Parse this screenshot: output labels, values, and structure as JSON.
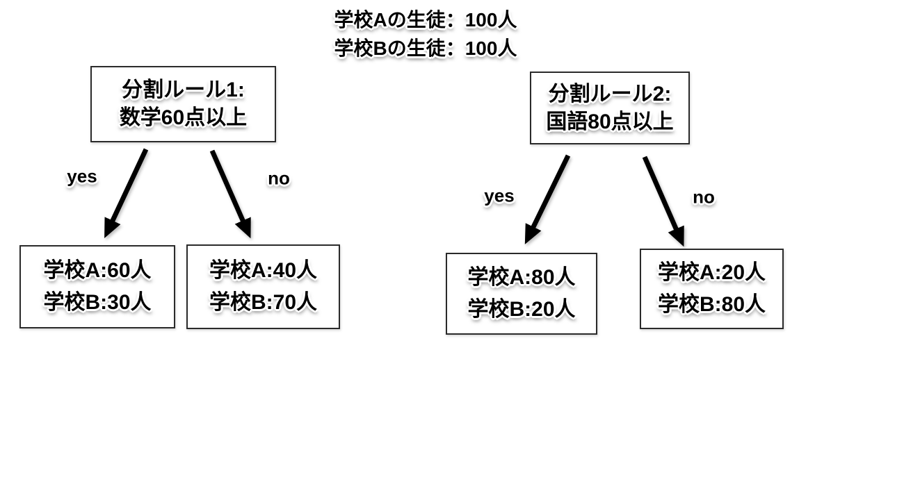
{
  "header": {
    "line1": "学校Aの生徒：100人",
    "line2": "学校Bの生徒：100人"
  },
  "colors": {
    "background": "#ffffff",
    "text": "#000000",
    "box_border": "#2a2a2a",
    "arrow": "#000000"
  },
  "trees": [
    {
      "rule_line1": "分割ルール1:",
      "rule_line2": "数学60点以上",
      "yes_label": "yes",
      "no_label": "no",
      "yes_leaf_line1": "学校A:60人",
      "yes_leaf_line2": "学校B:30人",
      "no_leaf_line1": "学校A:40人",
      "no_leaf_line2": "学校B:70人"
    },
    {
      "rule_line1": "分割ルール2:",
      "rule_line2": "国語80点以上",
      "yes_label": "yes",
      "no_label": "no",
      "yes_leaf_line1": "学校A:80人",
      "yes_leaf_line2": "学校B:20人",
      "no_leaf_line1": "学校A:20人",
      "no_leaf_line2": "学校B:80人"
    }
  ]
}
